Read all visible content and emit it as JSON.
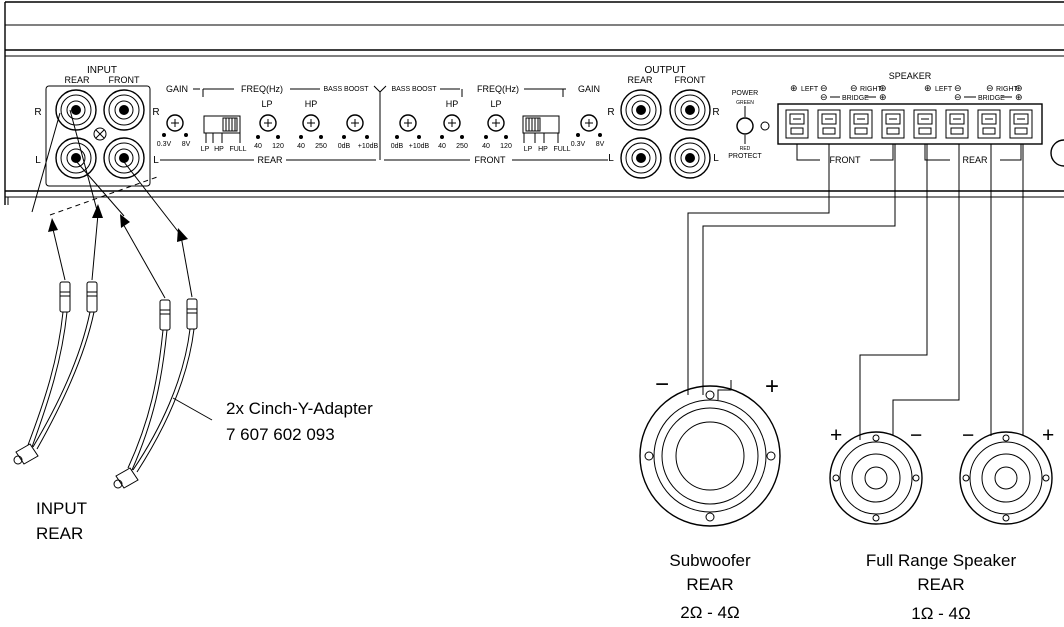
{
  "amp": {
    "input_title": "INPUT",
    "input_rear": "REAR",
    "input_front": "FRONT",
    "ch_r": "R",
    "ch_l": "L",
    "output_title": "OUTPUT",
    "output_rear": "REAR",
    "output_front": "FRONT",
    "gain": "GAIN",
    "freq": "FREQ(Hz)",
    "bass_boost": "BASS BOOST",
    "lp": "LP",
    "hp": "HP",
    "full": "FULL",
    "v03": "0.3V",
    "v8": "8V",
    "f40": "40",
    "f120": "120",
    "f250": "250",
    "db0": "0dB",
    "db10": "+10dB",
    "rear": "REAR",
    "front": "FRONT",
    "power": "POWER",
    "green": "GREEN",
    "red": "RED",
    "protect": "PROTECT",
    "speaker": "SPEAKER",
    "left": "LEFT",
    "right": "RIGHT",
    "bridge": "BRIDGE",
    "plus": "⊕",
    "minus": "⊖"
  },
  "adapter": {
    "label_line1": "2x Cinch-Y-Adapter",
    "label_line2": "7 607 602 093",
    "input_line1": "INPUT",
    "input_line2": "REAR"
  },
  "speakers": {
    "sub_line1": "Subwoofer",
    "sub_line2": "REAR",
    "sub_line3": "2Ω - 4Ω",
    "full_line1": "Full Range Speaker",
    "full_line2": "REAR",
    "full_line3": "1Ω - 4Ω",
    "plus": "+",
    "minus": "−"
  }
}
